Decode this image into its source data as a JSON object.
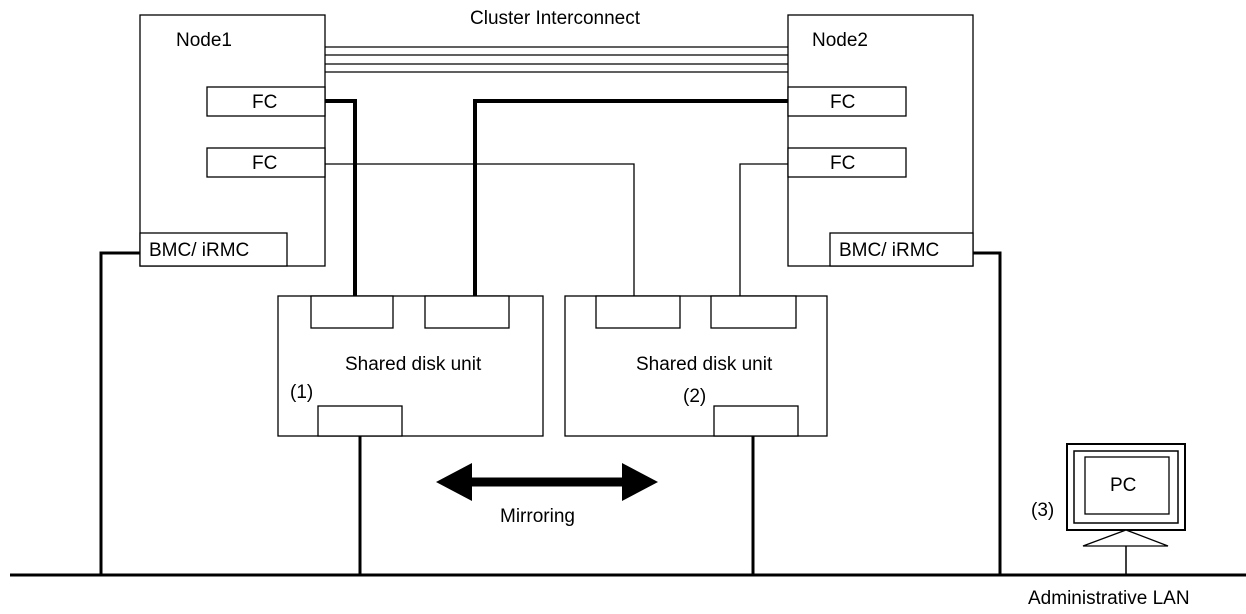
{
  "interconnect": {
    "label": "Cluster Interconnect"
  },
  "node1": {
    "label": "Node1",
    "fc_upper": "FC",
    "fc_lower": "FC",
    "bmc": "BMC/ iRMC"
  },
  "node2": {
    "label": "Node2",
    "fc_upper": "FC",
    "fc_lower": "FC",
    "bmc": "BMC/ iRMC"
  },
  "disk1": {
    "label": "Shared disk unit",
    "marker": "(1)"
  },
  "disk2": {
    "label": "Shared disk unit",
    "marker": "(2)"
  },
  "mirroring": {
    "label": "Mirroring"
  },
  "pc": {
    "label": "PC",
    "marker": "(3)"
  },
  "lan": {
    "label": "Administrative LAN"
  }
}
